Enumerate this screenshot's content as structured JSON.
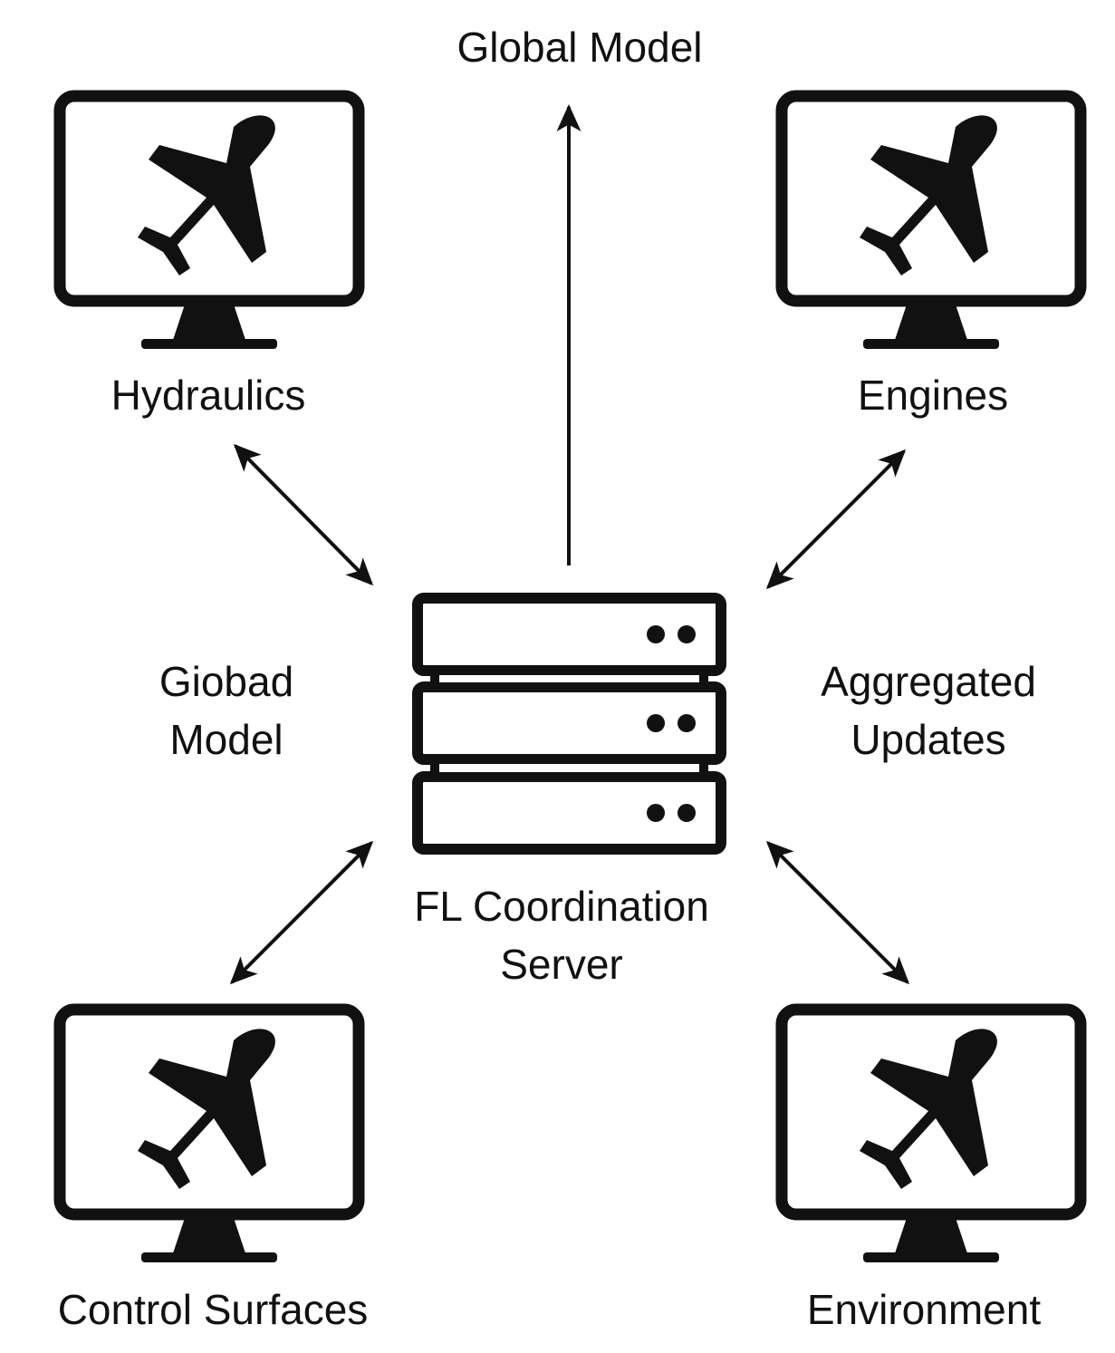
{
  "diagram": {
    "title": "Global Model",
    "left_annotation": [
      "Giobad",
      "Model"
    ],
    "right_annotation": [
      "Aggregated",
      "Updates"
    ],
    "server": {
      "label": [
        "FL Coordination",
        "Server"
      ],
      "icon": "server-rack-icon"
    },
    "clients": [
      {
        "label": "Hydraulics",
        "icon": "airplane-monitor-icon"
      },
      {
        "label": "Engines",
        "icon": "airplane-monitor-icon"
      },
      {
        "label": "Control Surfaces",
        "icon": "airplane-monitor-icon"
      },
      {
        "label": "Environment",
        "icon": "airplane-monitor-icon"
      }
    ],
    "colors": {
      "stroke": "#111111",
      "background": "#ffffff"
    }
  }
}
